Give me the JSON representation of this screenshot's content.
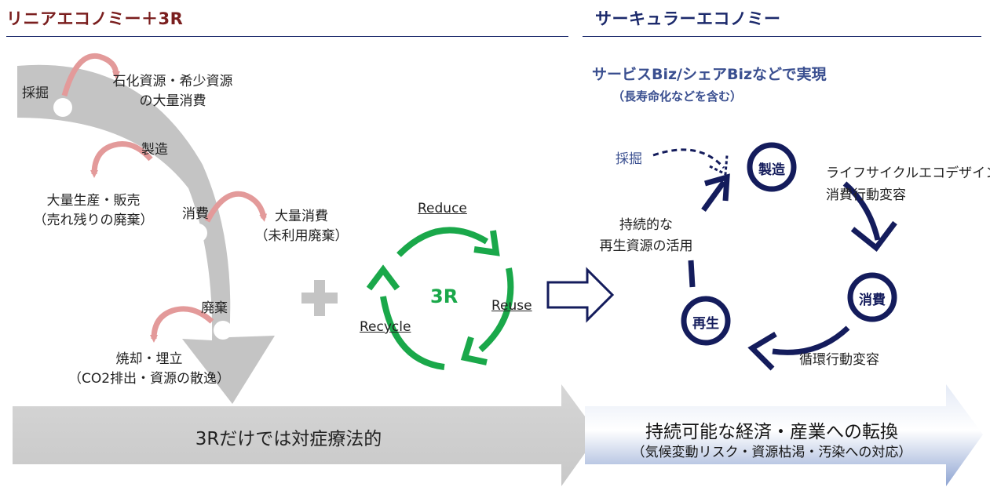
{
  "left_section": {
    "heading": "リニアエコノミー＋3R",
    "stages": {
      "mining": "採掘",
      "manufacturing": "製造",
      "consumption": "消費",
      "disposal": "廃棄"
    },
    "effects": {
      "resource_use_1": "石化資源・希少資源",
      "resource_use_2": "の大量消費",
      "production_1": "大量生産・販売",
      "production_2": "（売れ残りの廃棄）",
      "consumption_1": "大量消費",
      "consumption_2": "（未利用廃棄）",
      "disposal_1": "焼却・埋立",
      "disposal_2": "（CO2排出・資源の散逸）"
    }
  },
  "three_r": {
    "center": "3R",
    "reduce": "Reduce",
    "reuse": "Reuse",
    "recycle": "Recycle"
  },
  "right_section": {
    "heading": "サーキュラーエコノミー",
    "subtitle": "サービスBiz/シェアBizなどで実現",
    "subnote": "（長寿命化などを含む）",
    "nodes": {
      "manufacturing": "製造",
      "consumption": "消費",
      "regeneration": "再生"
    },
    "mining": "採掘",
    "design_1": "ライフサイクルエコデザイン",
    "design_2": "消費行動変容",
    "renewable_1": "持続的な",
    "renewable_2": "再生資源の活用",
    "circulation": "循環行動変容"
  },
  "bottom": {
    "left_text": "3Rだけでは対症療法的",
    "right_title": "持続可能な経済・産業への転換",
    "right_sub": "（気候変動リスク・資源枯渇・汚染への対応）"
  },
  "colors": {
    "left_heading": "#7a1e1e",
    "navy": "#141c5c",
    "green": "#1aa84a",
    "gray_arrow": "#c4c4c4",
    "pink_arrow": "#e39a9a"
  }
}
